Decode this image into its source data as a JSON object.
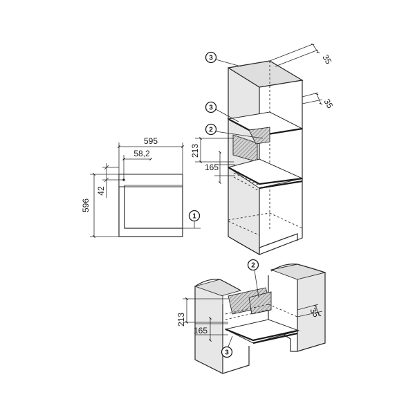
{
  "oven_front": {
    "width_label": "595",
    "offset_label": "58,2",
    "height_label": "596",
    "top_label": "42",
    "callout_1": "1"
  },
  "tall_cabinet": {
    "callout_top": "3",
    "depth_top": "35",
    "callout_mid": "3",
    "depth_mid": "35",
    "callout_vent": "2",
    "dim_213": "213",
    "dim_165": "165"
  },
  "base_cabinet": {
    "callout_vent": "2",
    "depth": "35",
    "dim_213": "213",
    "dim_165": "165",
    "callout_bottom": "3"
  }
}
